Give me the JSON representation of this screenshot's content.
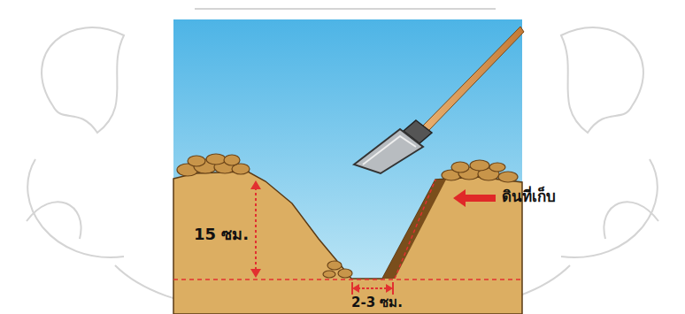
{
  "diagram": {
    "labels": [
      "15 ซม.",
      "ดินที่เก็บ",
      "2-3 ซม."
    ]
  }
}
